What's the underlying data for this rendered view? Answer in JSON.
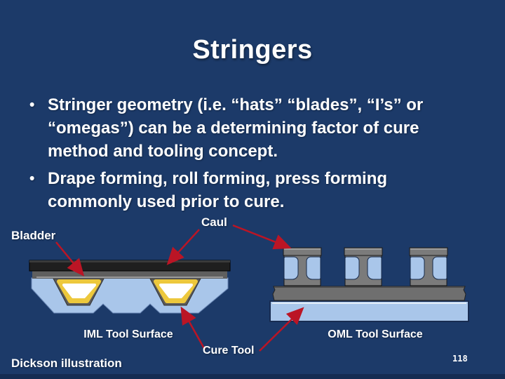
{
  "slide": {
    "title": "Stringers",
    "bullet_marker": "•",
    "bullets": [
      "Stringer geometry (i.e. “hats” “blades”,  “I’s” or “omegas”) can be a determining factor of cure method and tooling concept.",
      "Drape forming, roll forming, press forming commonly used prior to cure."
    ],
    "footer_credit": "Dickson illustration",
    "page_number": "118"
  },
  "diagram": {
    "labels": {
      "bladder": "Bladder",
      "caul": "Caul",
      "iml_tool_surface": "IML Tool Surface",
      "oml_tool_surface": "OML Tool Surface",
      "cure_tool": "Cure Tool"
    },
    "colors": {
      "background": "#1c3a69",
      "bottom_strip": "#152c52",
      "arrow_red": "#bb1525",
      "tool_blue": "#a9c6ea",
      "plate_gray": "#6f6f6f",
      "caul_black": "#1f1f1f",
      "bladder_yellow": "#edc83c",
      "bladder_core_white": "#ffffff",
      "text": "#ffffff"
    }
  }
}
